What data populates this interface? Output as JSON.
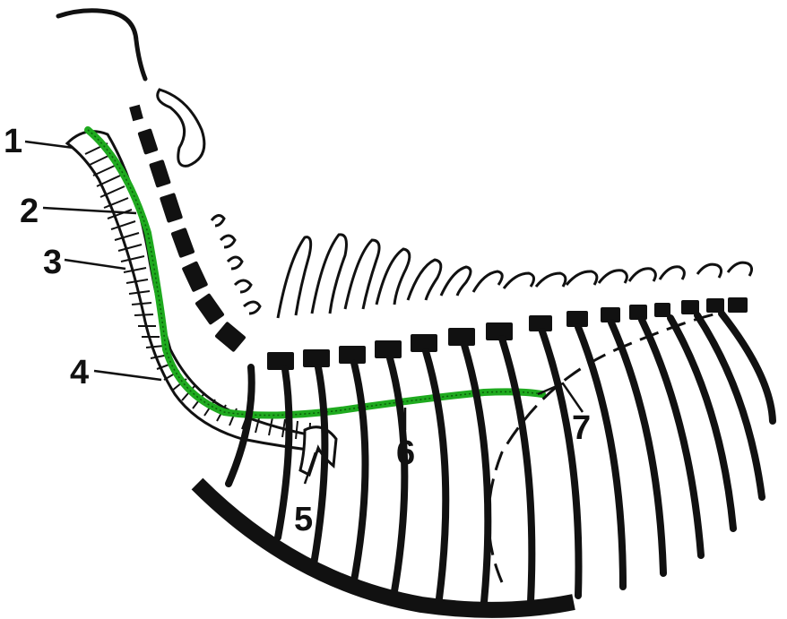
{
  "labels": {
    "l1": "1",
    "l2": "2",
    "l3": "3",
    "l4": "4",
    "l5": "5",
    "l6": "6",
    "l7": "7"
  },
  "colors": {
    "background": "#ffffff",
    "ink": "#111111",
    "esophagus_green": "#1faa1f",
    "trachea_fill": "#ffffff"
  }
}
